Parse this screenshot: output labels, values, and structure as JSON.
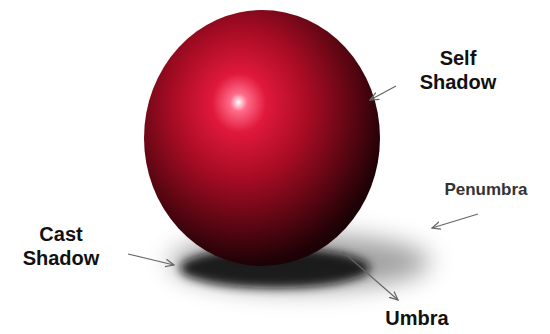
{
  "diagram": {
    "labels": [
      "Self Shadow",
      "Penumbra",
      "Cast Shadow",
      "Umbra"
    ]
  }
}
